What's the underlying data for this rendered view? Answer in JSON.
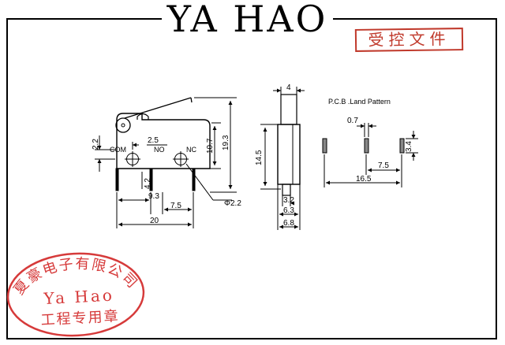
{
  "title": "YA HAO",
  "stamp_label": "受控文件",
  "pcb_title": "P.C.B .Land Pattern",
  "terminals": {
    "com": "COM",
    "no": "NO",
    "nc": "NC"
  },
  "dims_front": {
    "height_total": "19.3",
    "height_body": "10.7",
    "terminal_offset": "2.2",
    "no_spacing": "2.5",
    "terminal_length": "4.2",
    "pitch_com_no": "9.3",
    "pitch_no_nc": "7.5",
    "body_length": "20",
    "hole": "Φ2.2"
  },
  "dims_side": {
    "plunger": "4",
    "height": "14.5",
    "terminal_width": "3.2",
    "body_width_inner": "6.3",
    "body_width_outer": "6.8"
  },
  "dims_pcb": {
    "pad_width": "0.7",
    "pad_height": "3.4",
    "pitch": "7.5",
    "span": "16.5"
  },
  "seal": {
    "company": "夏豪电子有限公司",
    "name": "Ya Hao",
    "purpose": "工程专用章",
    "color": "#d63a3a"
  },
  "colors": {
    "stamp_red": "#c0392b"
  }
}
